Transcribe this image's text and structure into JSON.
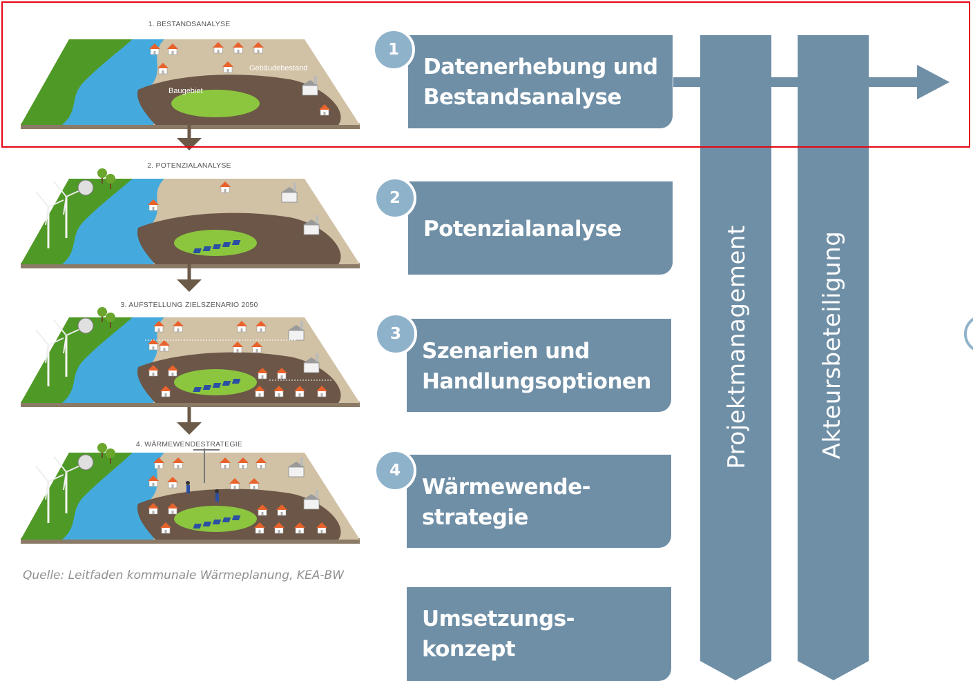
{
  "maps": [
    {
      "label": "1. BESTANDSANALYSE",
      "annotations": {
        "building_stock": "Gebäudebestand",
        "development_area": "Baugebiet"
      }
    },
    {
      "label": "2. POTENZIALANALYSE"
    },
    {
      "label": "3. AUFSTELLUNG ZIELSZENARIO 2050"
    },
    {
      "label": "4. WÄRMEWENDESTRATEGIE"
    }
  ],
  "source": "Quelle: Leitfaden kommunale Wärmeplanung, KEA-BW",
  "steps": [
    {
      "number": "1",
      "line1": "Datenerhebung und",
      "line2": "Bestandsanalyse"
    },
    {
      "number": "2",
      "line1": "Potenzialanalyse",
      "line2": ""
    },
    {
      "number": "3",
      "line1": "Szenarien und",
      "line2": "Handlungsoptionen"
    },
    {
      "number": "4",
      "line1": "Wärmewende-",
      "line2": "strategie"
    },
    {
      "number": "",
      "line1": "Umsetzungs-",
      "line2": "konzept"
    }
  ],
  "pillars": [
    {
      "label": "Projektmanagement"
    },
    {
      "label": "Akteursbeteiligung"
    }
  ],
  "colors": {
    "box": "#6f8fa6",
    "number_circle": "#8fb2cb",
    "down_arrow": "#6b5a48",
    "highlight": "#e30613",
    "ground": "#d1c1a5",
    "soil_dark": "#6b5647",
    "meadow": "#8cc63f",
    "river": "#44aadd",
    "roof": "#e8622c"
  }
}
